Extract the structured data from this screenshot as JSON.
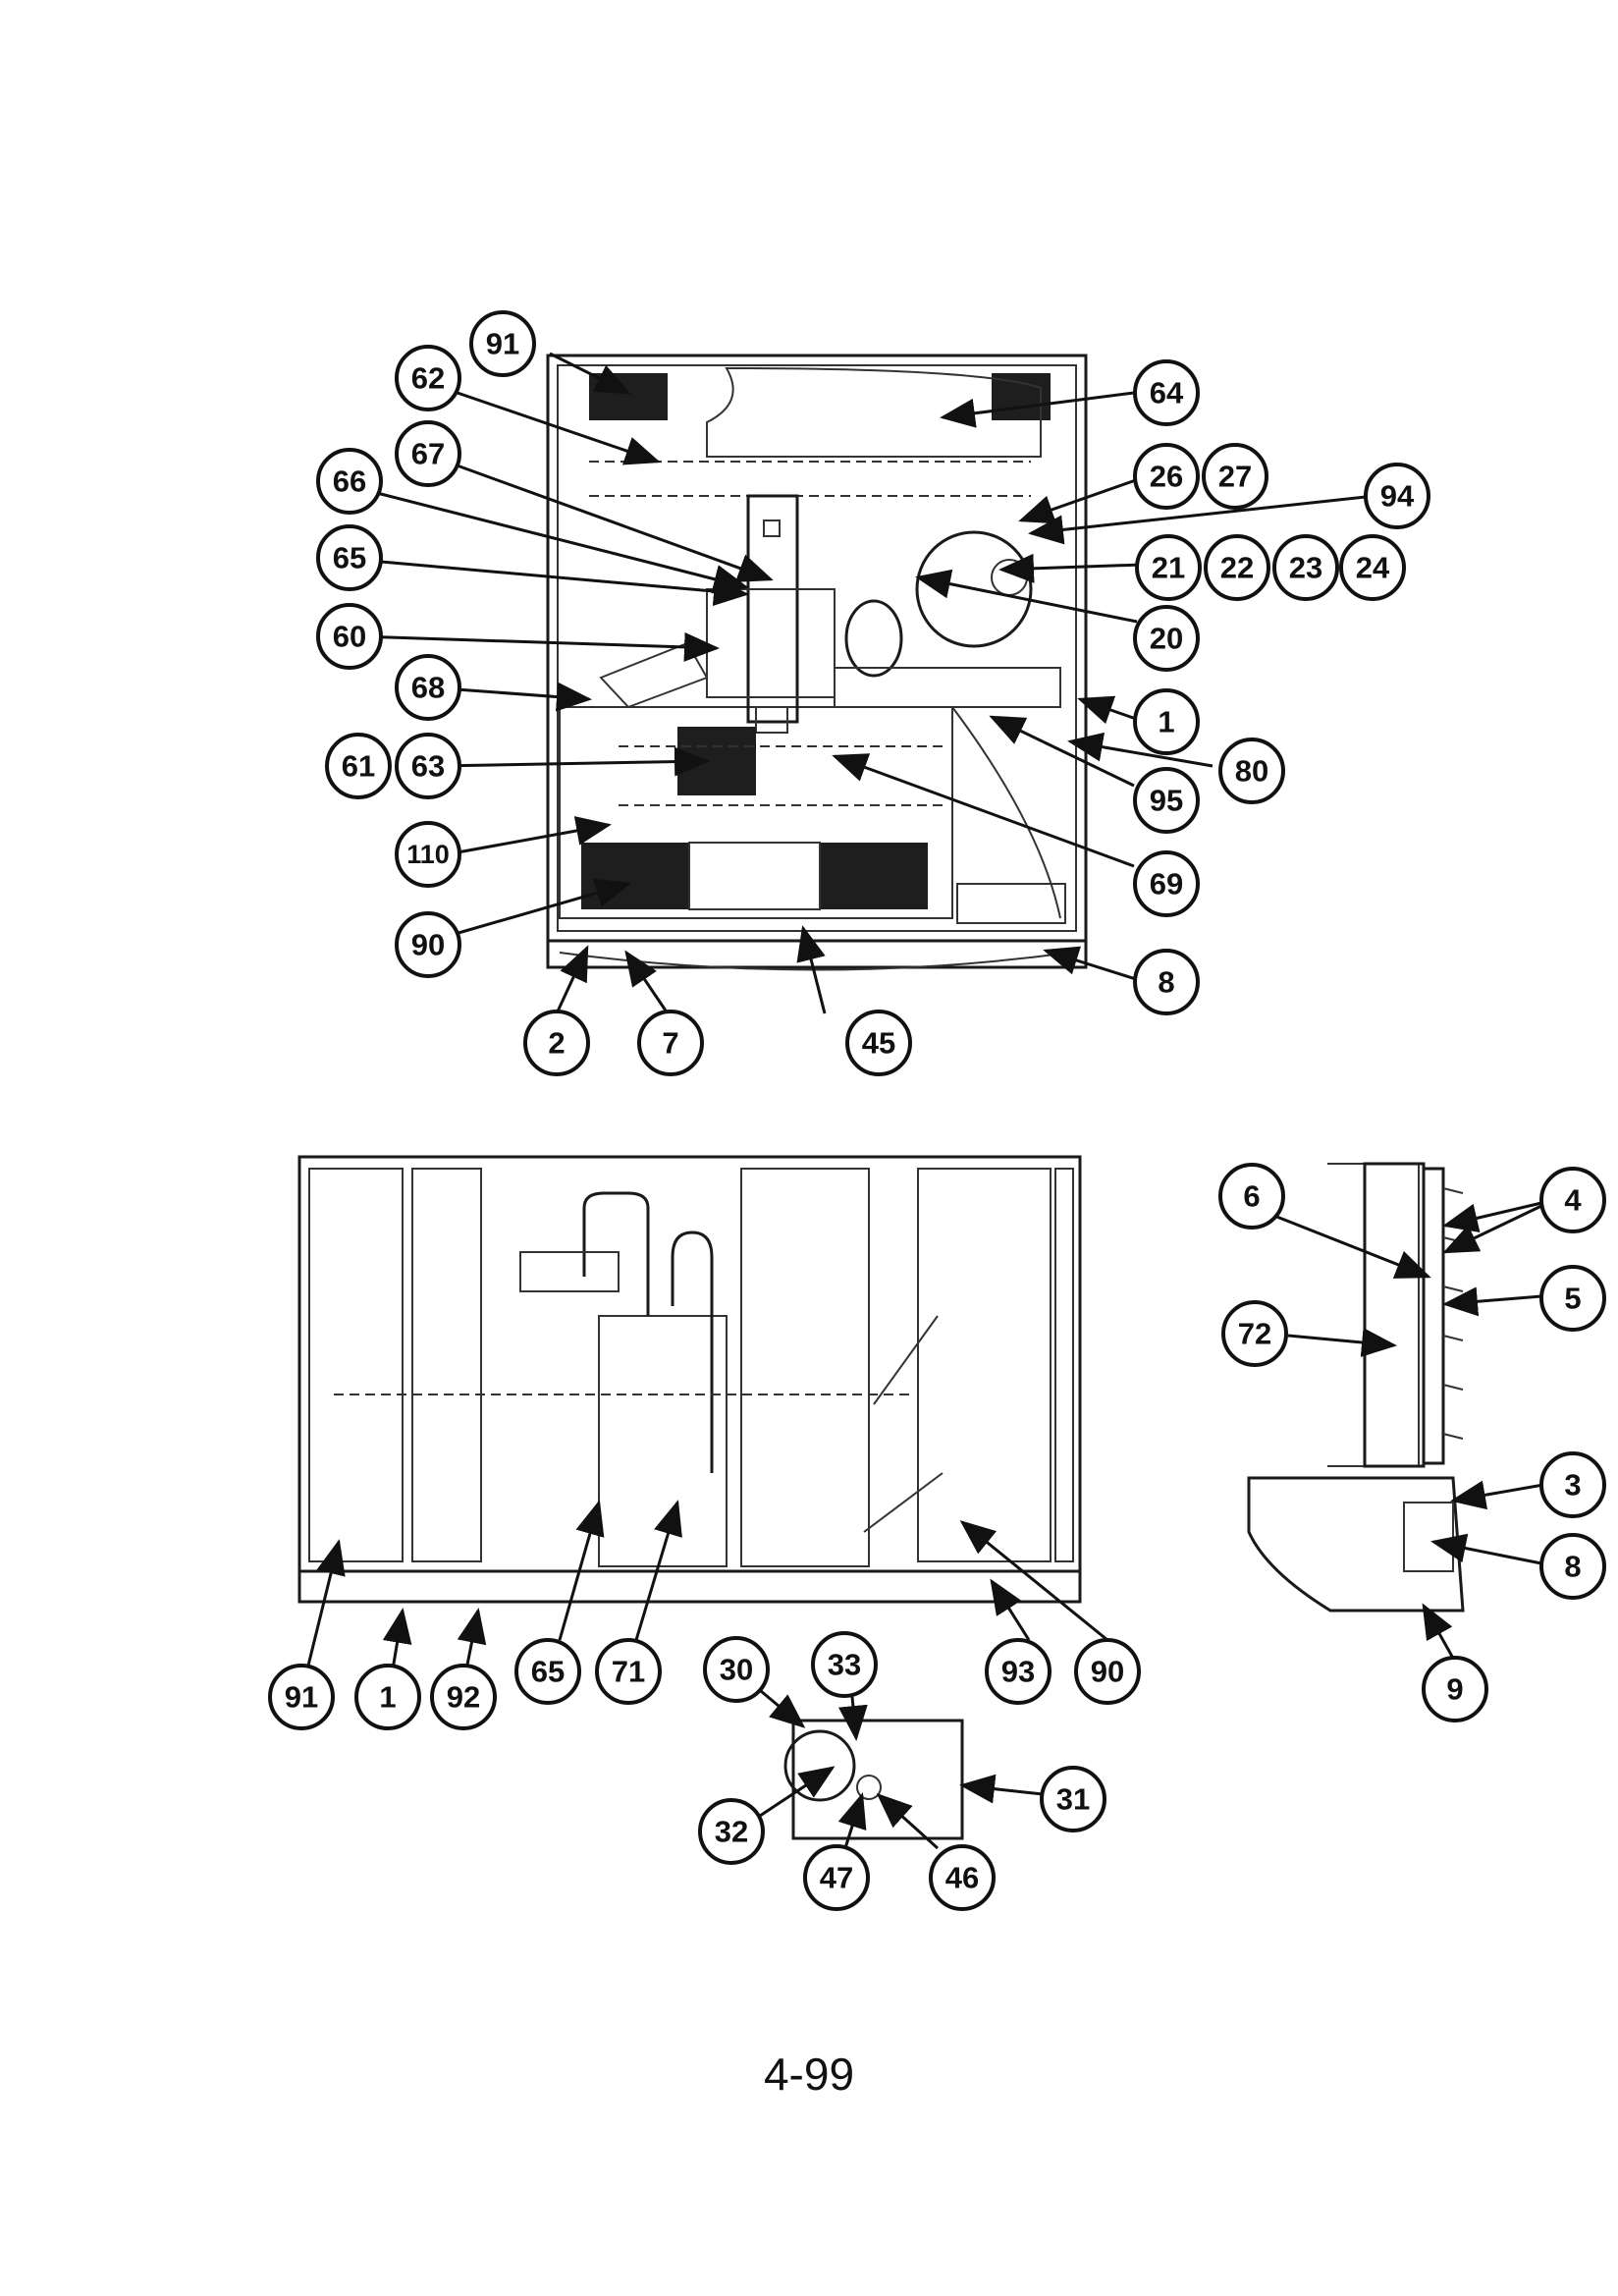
{
  "page_number": "4-99",
  "colors": {
    "ink": "#111111",
    "paper": "#ffffff"
  },
  "callouts": {
    "top_view": [
      "91",
      "62",
      "67",
      "66",
      "65",
      "60",
      "68",
      "61",
      "63",
      "110",
      "90",
      "2",
      "7",
      "45",
      "64",
      "26",
      "27",
      "94",
      "21",
      "22",
      "23",
      "24",
      "20",
      "1",
      "80",
      "95",
      "69",
      "8"
    ],
    "side_view": [
      "91",
      "1",
      "92",
      "65",
      "71",
      "93",
      "90"
    ],
    "detail_parts": [
      "30",
      "33",
      "31",
      "32",
      "47",
      "46"
    ],
    "edge_detail": [
      "6",
      "4",
      "72",
      "5",
      "3",
      "8",
      "9"
    ]
  }
}
